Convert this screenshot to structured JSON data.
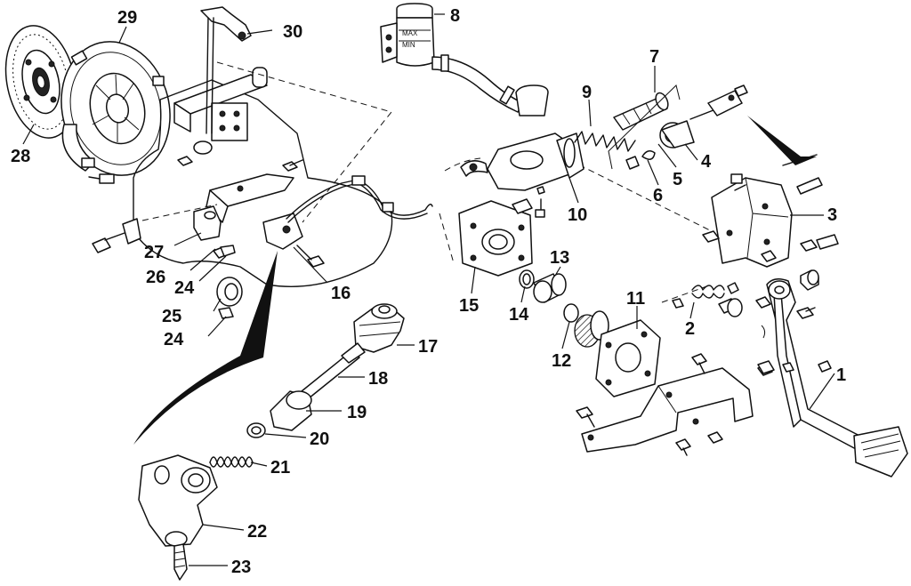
{
  "reservoir": {
    "max_label": "MAX",
    "min_label": "MIN"
  },
  "callouts": [
    {
      "id": "1",
      "text": "1"
    },
    {
      "id": "2",
      "text": "2"
    },
    {
      "id": "3",
      "text": "3"
    },
    {
      "id": "4",
      "text": "4"
    },
    {
      "id": "5",
      "text": "5"
    },
    {
      "id": "6",
      "text": "6"
    },
    {
      "id": "7",
      "text": "7"
    },
    {
      "id": "8",
      "text": "8"
    },
    {
      "id": "9",
      "text": "9"
    },
    {
      "id": "10",
      "text": "10"
    },
    {
      "id": "11",
      "text": "11"
    },
    {
      "id": "12",
      "text": "12"
    },
    {
      "id": "13",
      "text": "13"
    },
    {
      "id": "14",
      "text": "14"
    },
    {
      "id": "15",
      "text": "15"
    },
    {
      "id": "16",
      "text": "16"
    },
    {
      "id": "17",
      "text": "17"
    },
    {
      "id": "18",
      "text": "18"
    },
    {
      "id": "19",
      "text": "19"
    },
    {
      "id": "20",
      "text": "20"
    },
    {
      "id": "21",
      "text": "21"
    },
    {
      "id": "22",
      "text": "22"
    },
    {
      "id": "23",
      "text": "23"
    },
    {
      "id": "24a",
      "text": "24"
    },
    {
      "id": "24b",
      "text": "24"
    },
    {
      "id": "25",
      "text": "25"
    },
    {
      "id": "26",
      "text": "26"
    },
    {
      "id": "27",
      "text": "27"
    },
    {
      "id": "28",
      "text": "28"
    },
    {
      "id": "29",
      "text": "29"
    },
    {
      "id": "30",
      "text": "30"
    }
  ]
}
